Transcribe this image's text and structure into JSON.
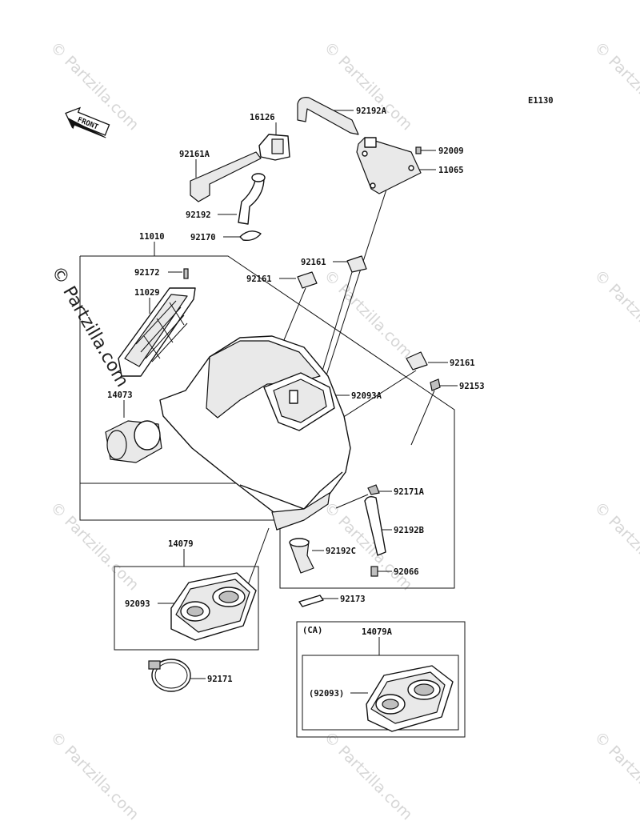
{
  "diagram_code": "E1130",
  "front_label": "FRONT",
  "watermark": "© Partzilla.com",
  "variant_label": "(CA)",
  "parts": {
    "p92192A": "92192A",
    "p16126": "16126",
    "p92009": "92009",
    "p11065": "11065",
    "p92161A": "92161A",
    "p92192": "92192",
    "p92170": "92170",
    "p11010": "11010",
    "p92161_top": "92161",
    "p92161_left": "92161",
    "p92172": "92172",
    "p11029": "11029",
    "p92161_right": "92161",
    "p92153": "92153",
    "p92093A": "92093A",
    "p14073": "14073",
    "p92171A": "92171A",
    "p92192B": "92192B",
    "p92192C": "92192C",
    "p92066": "92066",
    "p14079": "14079",
    "p92093": "92093",
    "p92173": "92173",
    "p92171": "92171",
    "p14079A": "14079A",
    "p92093_ca": "(92093)"
  }
}
